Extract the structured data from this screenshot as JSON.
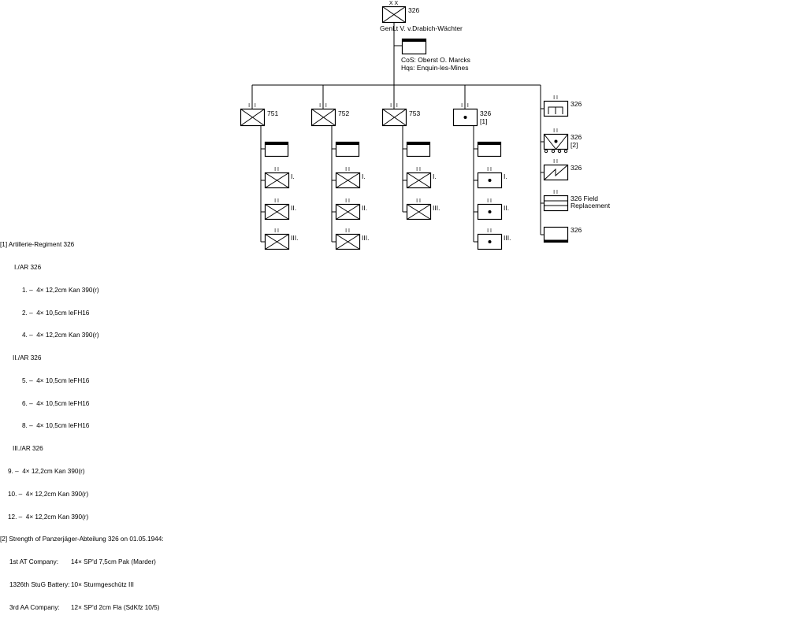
{
  "division": {
    "echelon": "X X",
    "number": "326",
    "commander": "GenLt  V. v.Drabich-Wächter"
  },
  "hq": {
    "cos": "CoS:  Oberst O. Marcks",
    "hqs": "Hqs:  Enquin-les-Mines"
  },
  "regiments": [
    {
      "echelon": "I I I",
      "number": "751",
      "battalions": [
        "I.",
        "II.",
        "III."
      ]
    },
    {
      "echelon": "I I I",
      "number": "752",
      "battalions": [
        "I.",
        "II.",
        "III."
      ]
    },
    {
      "echelon": "I I I",
      "number": "753",
      "battalions": [
        "I.",
        "III."
      ]
    },
    {
      "echelon": "I I I",
      "number": "326",
      "note": "[1]",
      "battalions": [
        "I.",
        "II.",
        "III."
      ]
    }
  ],
  "divisional_units": [
    {
      "echelon": "I I",
      "label": "326",
      "type": "engineer"
    },
    {
      "echelon": "I I",
      "label": "326",
      "note": "[2]",
      "type": "antitank"
    },
    {
      "echelon": "I I",
      "label": "326",
      "type": "signals"
    },
    {
      "echelon": "I I",
      "label": "326 Field",
      "label2": "Replacement",
      "type": "replacement"
    },
    {
      "echelon": "",
      "label": "326",
      "type": "supply"
    }
  ],
  "notes": {
    "n1_title": "[1] Artillerie-Regiment 326",
    "bat1": "I./AR 326",
    "b1_1": "1. –  4× 12,2cm Kan 390(r)",
    "b1_2": "2. –  4× 10,5cm leFH16",
    "b1_3": "4. –  4× 12,2cm Kan 390(r)",
    "bat2": "II./AR 326",
    "b2_1": "5. –  4× 10,5cm leFH16",
    "b2_2": "6. –  4× 10,5cm leFH16",
    "b2_3": "8. –  4× 10,5cm leFH16",
    "bat3": "III./AR 326",
    "b3_1": "9. –  4× 12,2cm Kan 390(r)",
    "b3_2": "10. –  4× 12,2cm Kan 390(r)",
    "b3_3": "12. –  4× 12,2cm Kan 390(r)",
    "n2_title": "[2] Strength of Panzerjäger-Abteilung 326 on 01.05.1944:",
    "r1_unit": "1st AT Company:",
    "r1_eq": "14× SP'd 7,5cm Pak (Marder)",
    "r2_unit": "1326th StuG Battery:",
    "r2_eq": "10× Sturmgeschütz III",
    "r3_unit": "3rd AA Company:",
    "r3_eq": "12× SP'd 2cm Fla (SdKfz 10/5)"
  }
}
